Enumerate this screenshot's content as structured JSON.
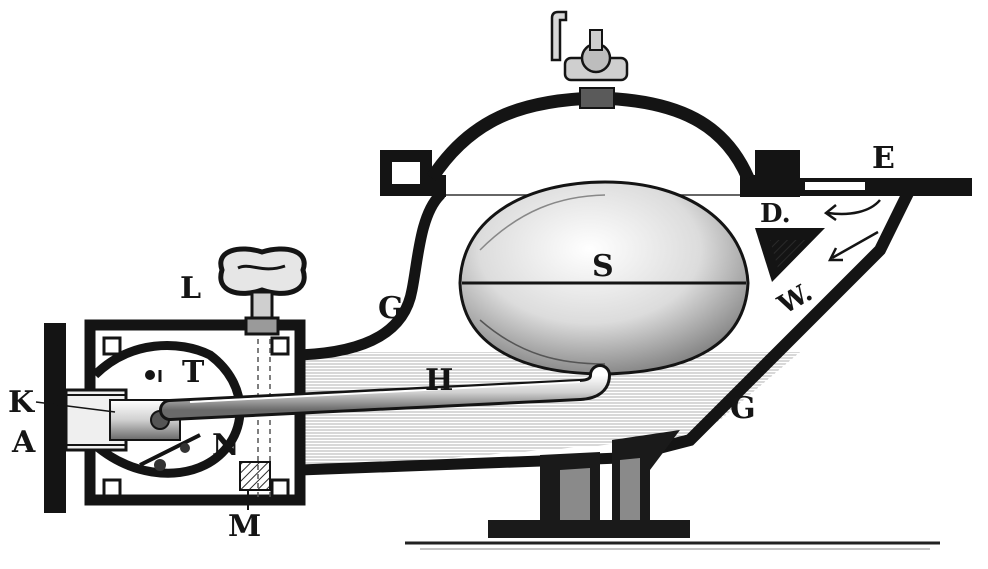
{
  "diagram": {
    "labels": {
      "A": "A",
      "K": "K",
      "L": "L",
      "G_left": "G",
      "T": "T",
      "H": "H",
      "N": "N",
      "M": "M",
      "S": "S",
      "E": "E",
      "D": "D.",
      "W": "W.",
      "G_right": "G"
    }
  },
  "colors": {
    "ink": "#151515",
    "metal": "#1a1a1a",
    "water": "#d9d9d9",
    "float_light": "#f2f2f2",
    "float_dark": "#9a9a9a"
  }
}
